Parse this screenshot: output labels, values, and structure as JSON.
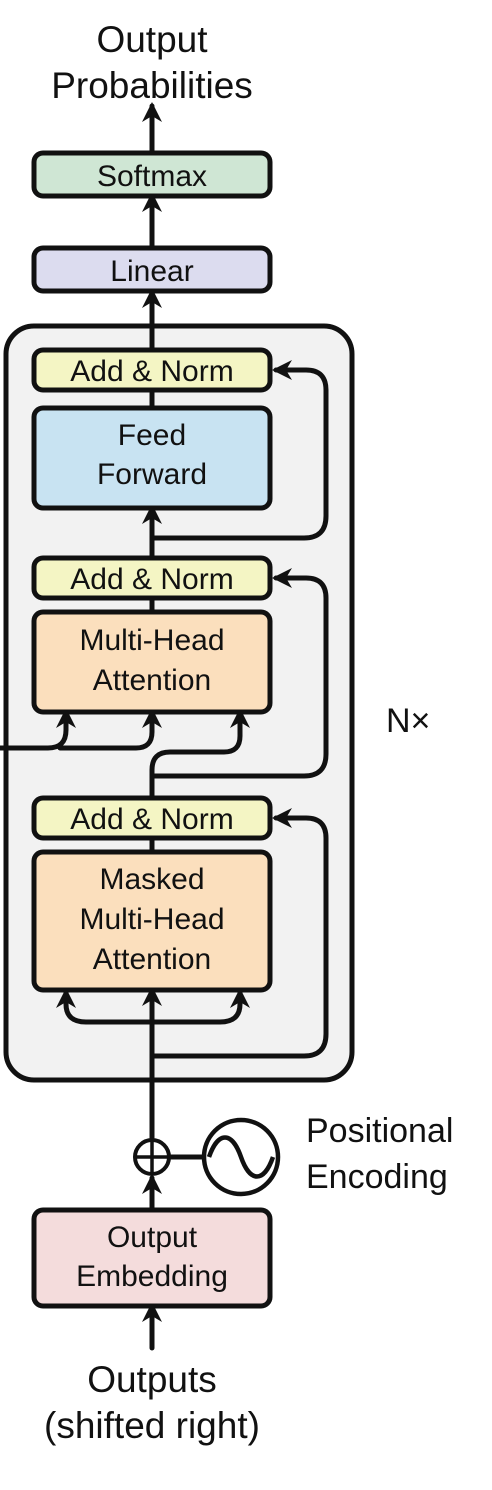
{
  "top_label": [
    "Output",
    "Probabilities"
  ],
  "bottom_label": [
    "Outputs",
    "(shifted right)"
  ],
  "repeat_label": "N×",
  "positional_label": [
    "Positional",
    "Encoding"
  ],
  "blocks": {
    "softmax": {
      "lines": [
        "Softmax"
      ],
      "color": "#cfe6d4"
    },
    "linear": {
      "lines": [
        "Linear"
      ],
      "color": "#dcdcef"
    },
    "add_norm_3": {
      "lines": [
        "Add & Norm"
      ],
      "color": "#f4f5c4"
    },
    "feed_forward": {
      "lines": [
        "Feed",
        "Forward"
      ],
      "color": "#c8e3f2"
    },
    "add_norm_2": {
      "lines": [
        "Add & Norm"
      ],
      "color": "#f4f5c4"
    },
    "multi_head_attention": {
      "lines": [
        "Multi-Head",
        "Attention"
      ],
      "color": "#fbdfbd"
    },
    "add_norm_1": {
      "lines": [
        "Add & Norm"
      ],
      "color": "#f4f5c4"
    },
    "masked_multi_head_attention": {
      "lines": [
        "Masked",
        "Multi-Head",
        "Attention"
      ],
      "color": "#fbdfbd"
    },
    "output_embedding": {
      "lines": [
        "Output",
        "Embedding"
      ],
      "color": "#f4dcdc"
    }
  },
  "decoder_stack_color": "#f2f2f2"
}
